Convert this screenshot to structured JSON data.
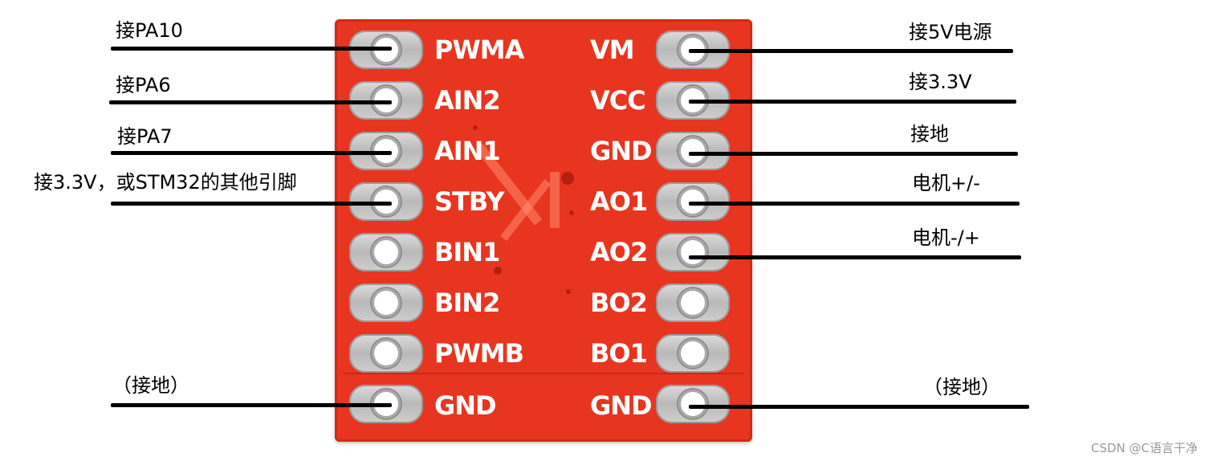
{
  "board": {
    "left_pins": [
      "PWMA",
      "AIN2",
      "AIN1",
      "STBY",
      "BIN1",
      "BIN2",
      "PWMB",
      "GND"
    ],
    "right_pins": [
      "VM",
      "VCC",
      "GND",
      "AO1",
      "AO2",
      "BO2",
      "BO1",
      "GND"
    ]
  },
  "annotations": {
    "left": [
      "接PA10",
      "接PA6",
      "接PA7",
      "接3.3V，或STM32的其他引脚",
      "（接地）"
    ],
    "right": [
      "接5V电源",
      "接3.3V",
      "接地",
      "电机+/-",
      "电机-/+",
      "（接地）"
    ]
  },
  "watermark": "CSDN @C语言干净",
  "colors": {
    "board": "#e8351f",
    "silkscreen": "#ffffff",
    "wire": "#000000"
  }
}
